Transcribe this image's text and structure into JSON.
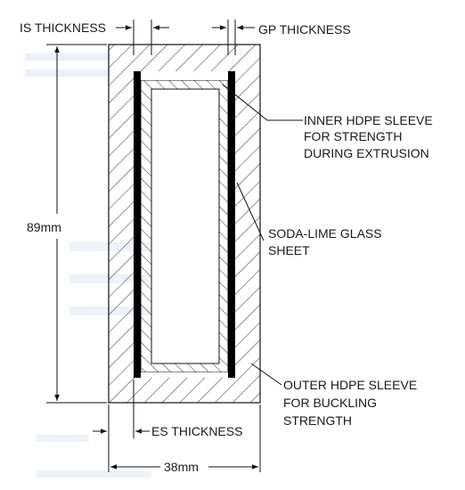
{
  "labels": {
    "is_thickness": "IS THICKNESS",
    "gp_thickness": "GP THICKNESS",
    "inner_sleeve": [
      "INNER HDPE SLEEVE",
      "FOR STRENGTH",
      "DURING EXTRUSION"
    ],
    "glass": [
      "SODA-LIME GLASS",
      "SHEET"
    ],
    "outer_sleeve": [
      "OUTER HDPE SLEEVE",
      "FOR BUCKLING",
      "STRENGTH"
    ],
    "height": "89mm",
    "es_thickness": "ES THICKNESS",
    "width": "38mm"
  },
  "colors": {
    "line": "#111111",
    "glass_fill": "#000000",
    "watermark": "#9fb3d9"
  }
}
